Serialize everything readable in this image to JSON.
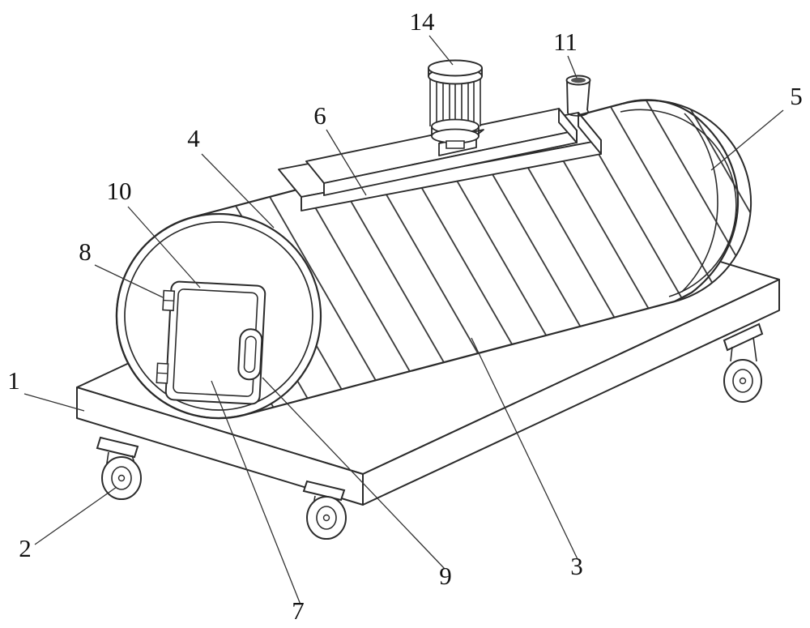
{
  "figure": {
    "kind": "patent-style technical line drawing",
    "background_color": "#ffffff",
    "line_color": "#2b2b2b",
    "label_color": "#111111"
  },
  "labels": [
    {
      "text": "14"
    },
    {
      "text": "11"
    },
    {
      "text": "5"
    },
    {
      "text": "6"
    },
    {
      "text": "4"
    },
    {
      "text": "10"
    },
    {
      "text": "8"
    },
    {
      "text": "1"
    },
    {
      "text": "2"
    },
    {
      "text": "7"
    },
    {
      "text": "9"
    },
    {
      "text": "3"
    }
  ]
}
